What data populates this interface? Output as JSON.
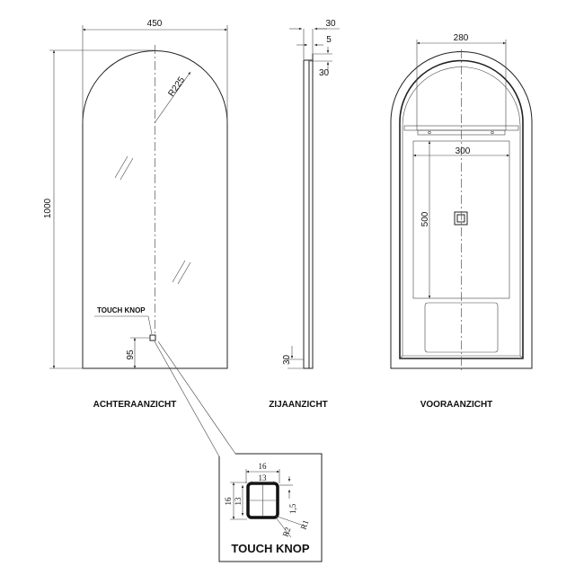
{
  "views": {
    "back": {
      "title": "ACHTERAANZICHT",
      "width": "450",
      "height": "1000",
      "radius": "R225",
      "knob_height": "95",
      "knob_label": "TOUCH KNOP"
    },
    "side": {
      "title": "ZIJAANZICHT",
      "depth": "30",
      "glass": "5",
      "top_offset": "30",
      "bottom_offset": "30"
    },
    "front": {
      "title": "VOORAANZICHT",
      "bracket_width": "280",
      "panel_width": "300",
      "panel_height": "500"
    }
  },
  "detail": {
    "title": "TOUCH KNOP",
    "outer": "16",
    "inner": "13",
    "outer_v": "16",
    "inner_v": "13",
    "wall": "1,5",
    "r1": "R1",
    "r2": "R2"
  }
}
